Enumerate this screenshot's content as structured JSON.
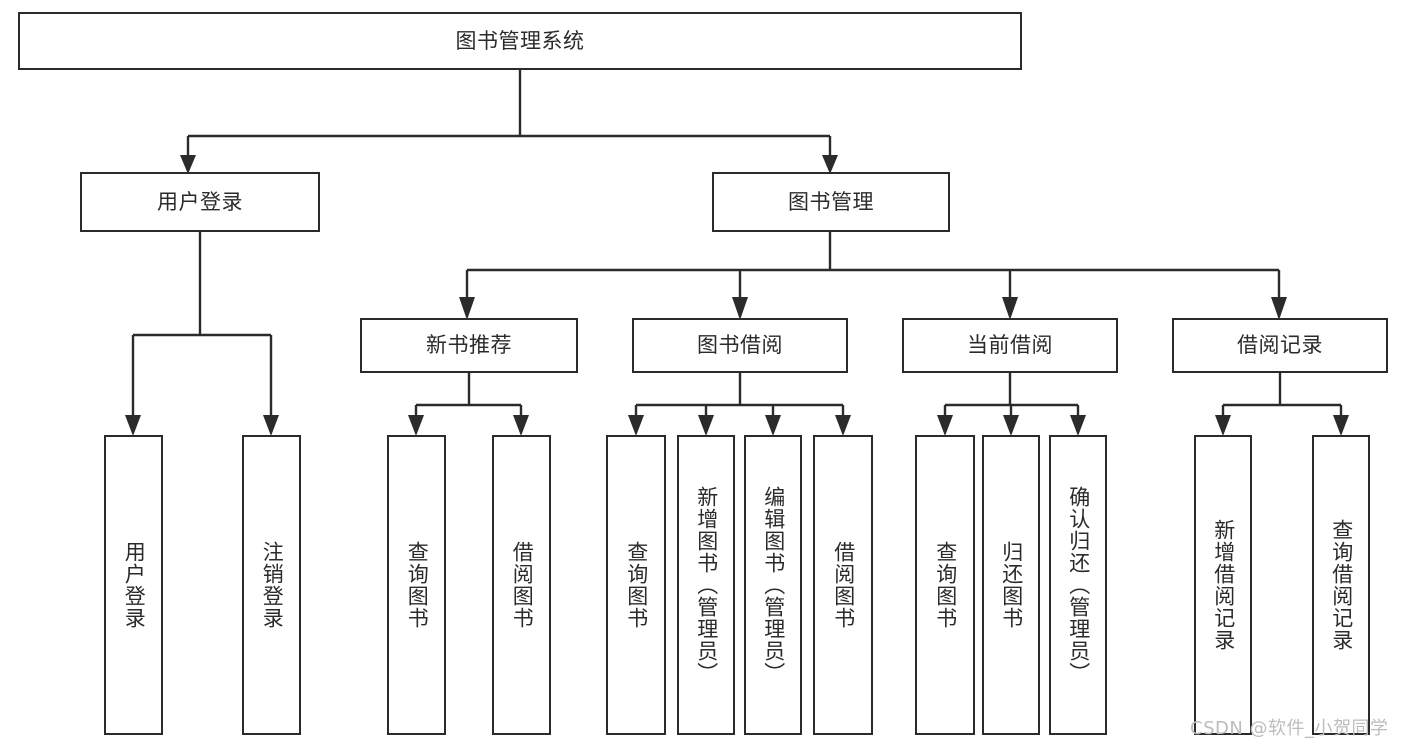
{
  "diagram": {
    "title": "图书管理系统",
    "type": "tree",
    "watermark": "CSDN @软件_小贺同学",
    "colors": {
      "stroke": "#2b2b2b",
      "fill": "#ffffff",
      "background": "#ffffff",
      "watermark": "#bcbcbc"
    },
    "root": {
      "label": "图书管理系统",
      "orientation": "horizontal"
    },
    "level2": [
      {
        "label": "用户登录",
        "orientation": "horizontal"
      },
      {
        "label": "图书管理",
        "orientation": "horizontal"
      }
    ],
    "level3": [
      {
        "label": "新书推荐",
        "orientation": "horizontal"
      },
      {
        "label": "图书借阅",
        "orientation": "horizontal"
      },
      {
        "label": "当前借阅",
        "orientation": "horizontal"
      },
      {
        "label": "借阅记录",
        "orientation": "horizontal"
      }
    ],
    "leaves": [
      {
        "label": "用户登录",
        "orientation": "vertical",
        "parent": "用户登录"
      },
      {
        "label": "注销登录",
        "orientation": "vertical",
        "parent": "用户登录"
      },
      {
        "label": "查询图书",
        "orientation": "vertical",
        "parent": "新书推荐"
      },
      {
        "label": "借阅图书",
        "orientation": "vertical",
        "parent": "新书推荐"
      },
      {
        "label": "查询图书",
        "orientation": "vertical",
        "parent": "图书借阅"
      },
      {
        "label": "新增图书（管理员）",
        "orientation": "vertical",
        "parent": "图书借阅"
      },
      {
        "label": "编辑图书（管理员）",
        "orientation": "vertical",
        "parent": "图书借阅"
      },
      {
        "label": "借阅图书",
        "orientation": "vertical",
        "parent": "图书借阅"
      },
      {
        "label": "查询图书",
        "orientation": "vertical",
        "parent": "当前借阅"
      },
      {
        "label": "归还图书",
        "orientation": "vertical",
        "parent": "当前借阅"
      },
      {
        "label": "确认归还（管理员）",
        "orientation": "vertical",
        "parent": "当前借阅"
      },
      {
        "label": "新增借阅记录",
        "orientation": "vertical",
        "parent": "借阅记录"
      },
      {
        "label": "查询借阅记录",
        "orientation": "vertical",
        "parent": "借阅记录"
      }
    ]
  }
}
